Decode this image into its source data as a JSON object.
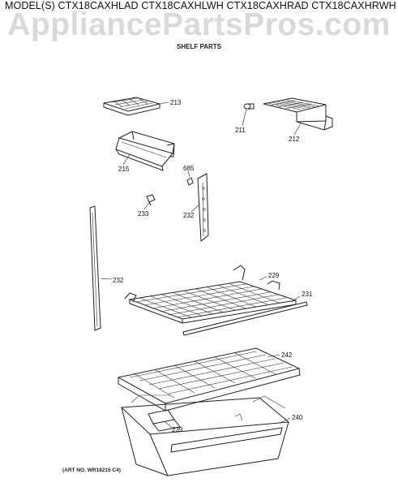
{
  "header": {
    "watermark": "AppliancePartsPros.com",
    "models": "MODEL(S) CTX18CAXHLAD  CTX18CAXHLWH  CTX18CAXHRAD  CTX18CAXHRWH",
    "subtitle": "SHELF PARTS"
  },
  "callouts": {
    "p213": "213",
    "p211": "211",
    "p212": "212",
    "p215": "215",
    "p685": "685",
    "p233": "233",
    "p232a": "232",
    "p232b": "232",
    "p229": "229",
    "p231": "231",
    "p242": "242",
    "p240": "240",
    "p239": "239"
  },
  "footer": {
    "art_number": "(ART NO. WR18215 C4)"
  }
}
